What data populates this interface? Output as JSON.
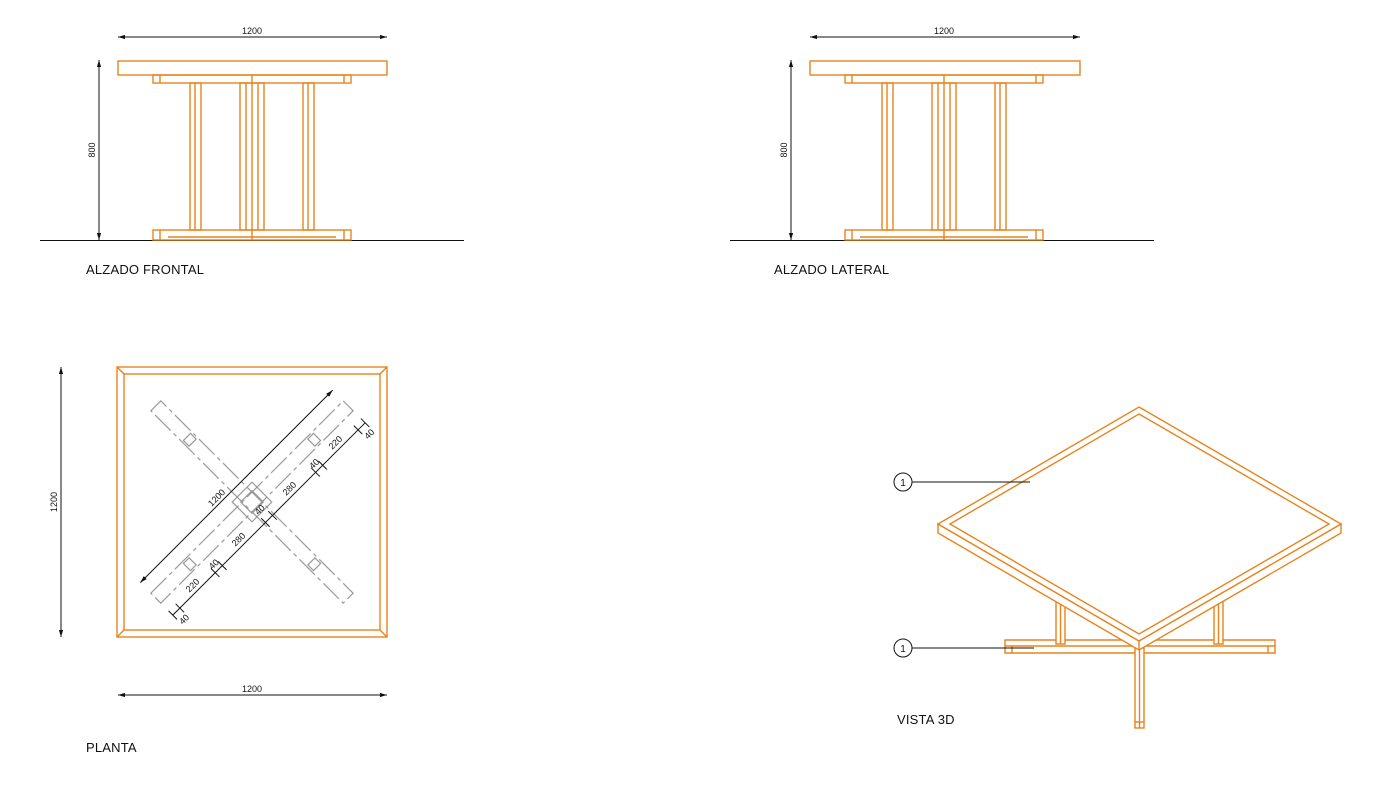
{
  "views": {
    "front": {
      "title": "ALZADO FRONTAL",
      "dim_width": "1200",
      "dim_height": "800"
    },
    "side": {
      "title": "ALZADO  LATERAL",
      "dim_width": "1200",
      "dim_height": "800"
    },
    "plan": {
      "title": "PLANTA",
      "dim_width": "1200",
      "dim_height": "1200",
      "cross_dims": {
        "length": "1200",
        "end_a": "40",
        "a220": "220",
        "a40": "40",
        "a280": "280",
        "center": "40",
        "b280": "280",
        "b40": "40",
        "b220": "220",
        "end_b": "40"
      }
    },
    "iso": {
      "title": "VISTA 3D",
      "balloon_top": "1",
      "balloon_bottom": "1"
    }
  },
  "colors": {
    "line": "#e8831c",
    "base": "#999999",
    "dimension": "#111111"
  }
}
